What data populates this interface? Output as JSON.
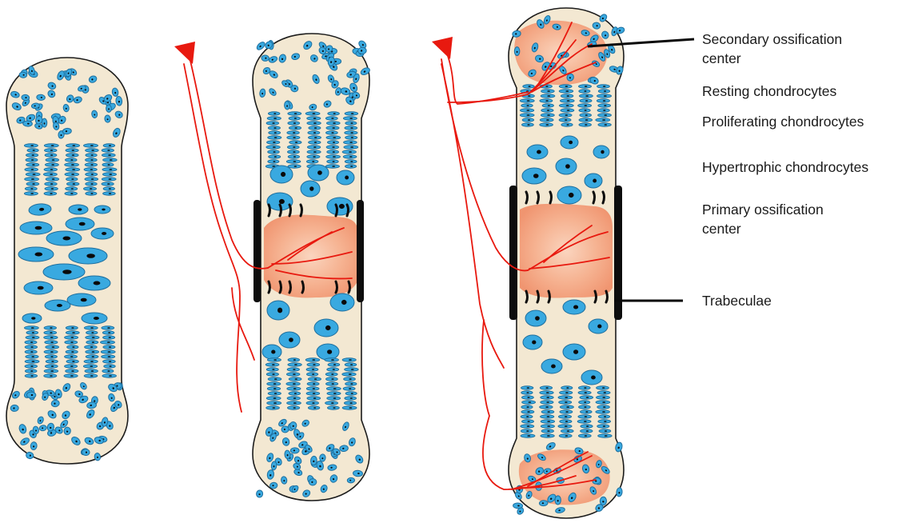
{
  "labels": {
    "secondary_ossification_line1": "Secondary ossification",
    "secondary_ossification_line2": "center",
    "resting": "Resting chondrocytes",
    "proliferating": "Proliferating chondrocytes",
    "hypertrophic": "Hypertrophic chondrocytes",
    "primary_ossification_line1": "Primary ossification",
    "primary_ossification_line2": "center",
    "trabeculae": "Trabeculae"
  },
  "colors": {
    "cartilage": "#f3e8d2",
    "cell_fill": "#39a9e0",
    "cell_stroke": "#1f6f9e",
    "nucleus": "#0a0a0a",
    "vessel": "#e8190f",
    "ossification": "#f4a07e",
    "ossification_light": "#fbd3bd",
    "outline": "#1c1c1c"
  }
}
